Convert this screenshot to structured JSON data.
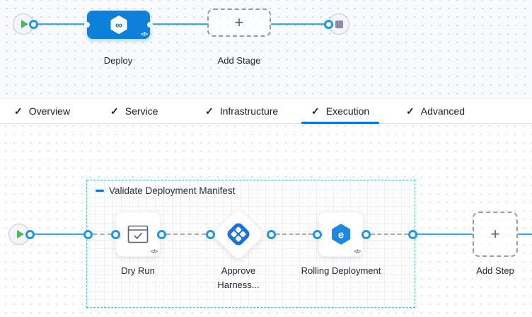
{
  "colors": {
    "primary_blue": "#0C80DB",
    "connector_line": "#2FA9EC",
    "ring_border": "#1E97E8",
    "active_tab_underline": "#0278D5",
    "group_border": "#49C2EB",
    "play_green": "#4CB75C",
    "stop_gray": "#8A8CA3",
    "dashed_gray": "#9899AE"
  },
  "icons": {
    "plus": "+",
    "check": "✓",
    "code": "</>",
    "infinity": "∞",
    "rolling_letter": "e"
  },
  "top_pipeline": {
    "stage_label": "Deploy",
    "add_stage_label": "Add Stage"
  },
  "tabs": {
    "items": [
      {
        "label": "Overview",
        "active": false
      },
      {
        "label": "Service",
        "active": false
      },
      {
        "label": "Infrastructure",
        "active": false
      },
      {
        "label": "Execution",
        "active": true
      },
      {
        "label": "Advanced",
        "active": false
      }
    ]
  },
  "execution": {
    "group_title": "Validate Deployment Manifest",
    "steps": [
      {
        "label": "Dry Run"
      },
      {
        "label": "Approve Harness..."
      },
      {
        "label": "Rolling Deployment"
      }
    ],
    "add_step_label": "Add Step"
  }
}
